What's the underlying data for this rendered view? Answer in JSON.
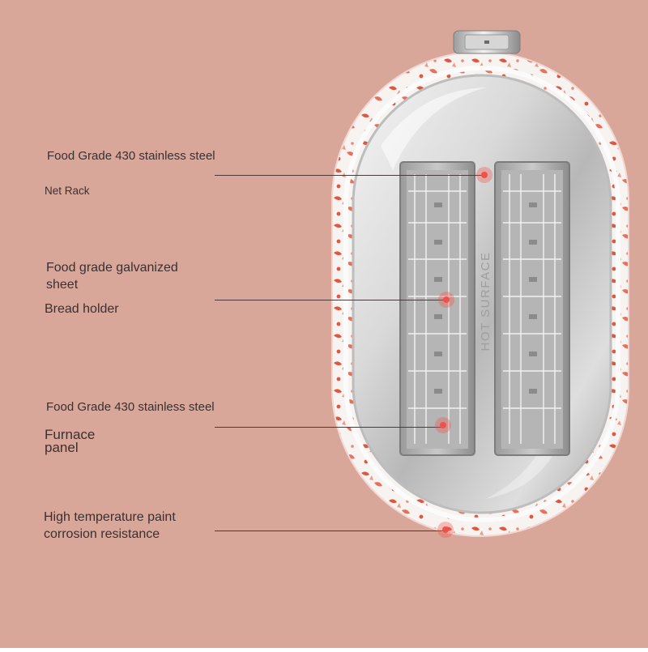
{
  "colors": {
    "background": "#d9a79a",
    "pattern_red": "#e2553f",
    "shell_white": "#f7f3f1",
    "steel_light": "#ececec",
    "steel_mid": "#c2c2c2",
    "steel_dark": "#8f8f8f",
    "marker": "#f0524a",
    "line": "#4a3c3c"
  },
  "product": {
    "slot_engraving": "HOT SURFACE",
    "icons": [
      "control-knob-icon",
      "bread-rack-icon"
    ]
  },
  "callouts": [
    {
      "id": "top",
      "material": "Food Grade 430 stainless steel",
      "part": "Net Rack"
    },
    {
      "id": "middle",
      "material": "Food grade galvanized sheet",
      "part": "Bread holder"
    },
    {
      "id": "lower",
      "material": "Food Grade 430 stainless steel",
      "part": "Furnace panel"
    },
    {
      "id": "bottom",
      "material": "High temperature paint",
      "part": "corrosion resistance"
    }
  ]
}
